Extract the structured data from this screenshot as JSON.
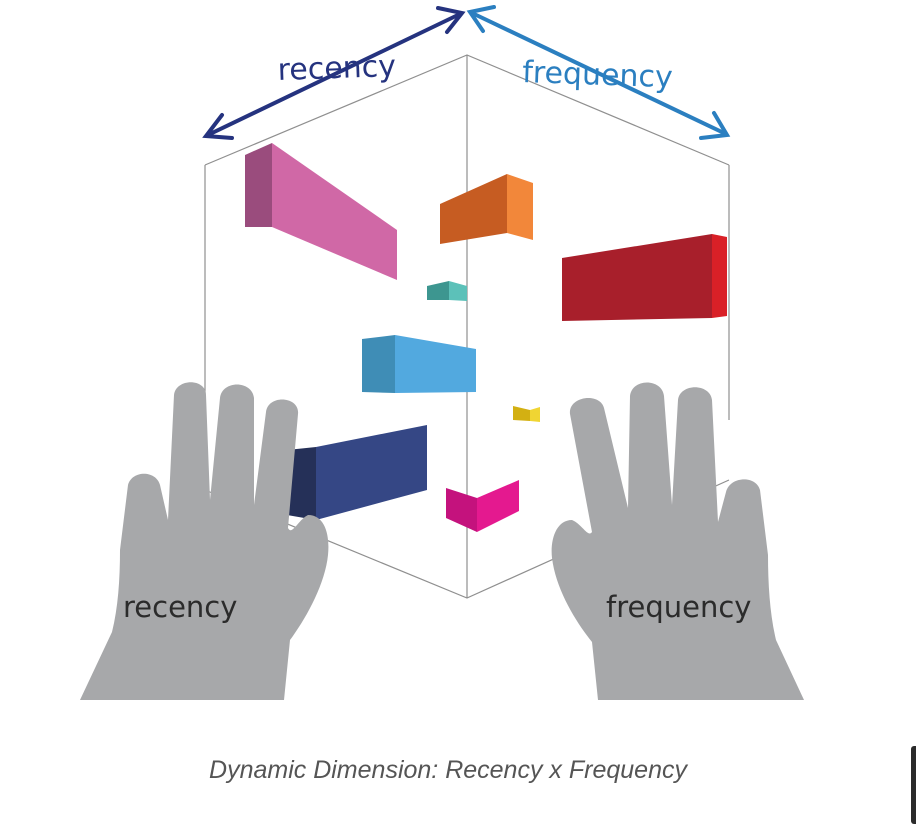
{
  "diagram": {
    "top_left_axis_label": "recency",
    "top_right_axis_label": "frequency",
    "left_hand_label": "recency",
    "right_hand_label": "frequency",
    "caption": "Dynamic Dimension: Recency x Frequency"
  },
  "colors": {
    "recency_arrow": "#25337f",
    "frequency_arrow": "#2b7fc0",
    "hand": "#a7a8aa",
    "cube_outline": "#8a8a8a",
    "bars": [
      "#d068a6",
      "#e2782e",
      "#a81f2b",
      "#44a8a0",
      "#4fa6dc",
      "#e8c620",
      "#2f3f7a",
      "#e0158f"
    ]
  }
}
